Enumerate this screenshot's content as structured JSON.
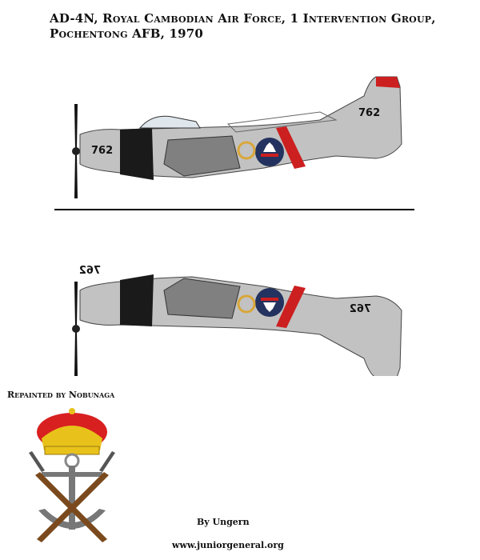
{
  "header": {
    "title_line1": "AD-4N, Royal Cambodian Air Force, 1 Intervention Group,",
    "title_line2": "Pochentong AFB, 1970"
  },
  "aircraft": {
    "serial": "762",
    "colors": {
      "fuselage": "#c2c2c2",
      "stripe": "#cc1f1f",
      "antiglare": "#1a1a1a",
      "roundel_blue": "#23325e",
      "roundel_yellow": "#d8a73a",
      "canopy": "#dfe6ec"
    }
  },
  "credits": {
    "repainted": "Repainted by Nobunaga",
    "author": "By Ungern",
    "website": "www.juniorgeneral.org"
  },
  "emblem": {
    "description_icon": "crown-anchor-rifles-icon"
  }
}
